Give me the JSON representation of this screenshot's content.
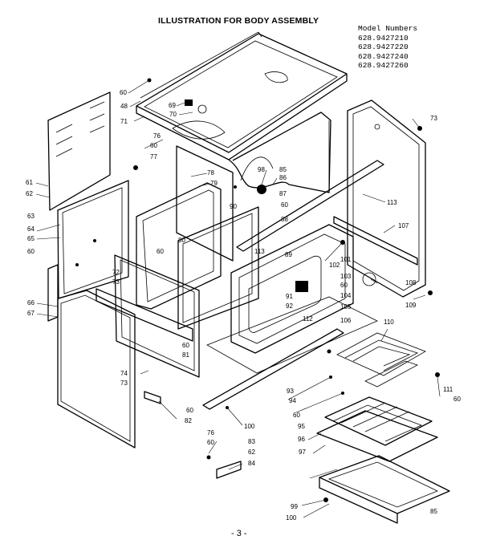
{
  "title": "ILLUSTRATION FOR BODY ASSEMBLY",
  "models": {
    "heading": "Model Numbers",
    "numbers": [
      "628.9427210",
      "628.9427220",
      "628.9427240",
      "628.9427260"
    ]
  },
  "page_number": "- 3 -",
  "parts": [
    {
      "id": "60a",
      "label": "60"
    },
    {
      "id": "48",
      "label": "48"
    },
    {
      "id": "69",
      "label": "69"
    },
    {
      "id": "70",
      "label": "70"
    },
    {
      "id": "71",
      "label": "71"
    },
    {
      "id": "76a",
      "label": "76"
    },
    {
      "id": "60b",
      "label": "60"
    },
    {
      "id": "77",
      "label": "77"
    },
    {
      "id": "73a",
      "label": "73"
    },
    {
      "id": "61",
      "label": "61"
    },
    {
      "id": "62a",
      "label": "62"
    },
    {
      "id": "63",
      "label": "63"
    },
    {
      "id": "64",
      "label": "64"
    },
    {
      "id": "65",
      "label": "65"
    },
    {
      "id": "60c",
      "label": "60"
    },
    {
      "id": "66",
      "label": "66"
    },
    {
      "id": "67",
      "label": "67"
    },
    {
      "id": "78",
      "label": "78"
    },
    {
      "id": "79",
      "label": "79"
    },
    {
      "id": "90",
      "label": "90"
    },
    {
      "id": "98",
      "label": "98"
    },
    {
      "id": "85a",
      "label": "85"
    },
    {
      "id": "86",
      "label": "86"
    },
    {
      "id": "87",
      "label": "87"
    },
    {
      "id": "60d",
      "label": "60"
    },
    {
      "id": "88",
      "label": "88"
    },
    {
      "id": "113a",
      "label": "113"
    },
    {
      "id": "107",
      "label": "107"
    },
    {
      "id": "80",
      "label": "80"
    },
    {
      "id": "60e",
      "label": "60"
    },
    {
      "id": "113b",
      "label": "113"
    },
    {
      "id": "89",
      "label": "89"
    },
    {
      "id": "101",
      "label": "101"
    },
    {
      "id": "102",
      "label": "102"
    },
    {
      "id": "103",
      "label": "103"
    },
    {
      "id": "104",
      "label": "104"
    },
    {
      "id": "60f",
      "label": "60"
    },
    {
      "id": "108",
      "label": "108"
    },
    {
      "id": "72",
      "label": "72"
    },
    {
      "id": "73b",
      "label": "73"
    },
    {
      "id": "91",
      "label": "91"
    },
    {
      "id": "92",
      "label": "92"
    },
    {
      "id": "105",
      "label": "105"
    },
    {
      "id": "109",
      "label": "109"
    },
    {
      "id": "112",
      "label": "112"
    },
    {
      "id": "106",
      "label": "106"
    },
    {
      "id": "110",
      "label": "110"
    },
    {
      "id": "60g",
      "label": "60"
    },
    {
      "id": "81",
      "label": "81"
    },
    {
      "id": "74",
      "label": "74"
    },
    {
      "id": "73c",
      "label": "73"
    },
    {
      "id": "111",
      "label": "111"
    },
    {
      "id": "93",
      "label": "93"
    },
    {
      "id": "94",
      "label": "94"
    },
    {
      "id": "60h",
      "label": "60"
    },
    {
      "id": "60i",
      "label": "60"
    },
    {
      "id": "82",
      "label": "82"
    },
    {
      "id": "60j",
      "label": "60"
    },
    {
      "id": "100a",
      "label": "100"
    },
    {
      "id": "95",
      "label": "95"
    },
    {
      "id": "76b",
      "label": "76"
    },
    {
      "id": "96",
      "label": "96"
    },
    {
      "id": "60k",
      "label": "60"
    },
    {
      "id": "83",
      "label": "83"
    },
    {
      "id": "62b",
      "label": "62"
    },
    {
      "id": "84",
      "label": "84"
    },
    {
      "id": "97",
      "label": "97"
    },
    {
      "id": "99",
      "label": "99"
    },
    {
      "id": "85b",
      "label": "85"
    },
    {
      "id": "100b",
      "label": "100"
    }
  ]
}
